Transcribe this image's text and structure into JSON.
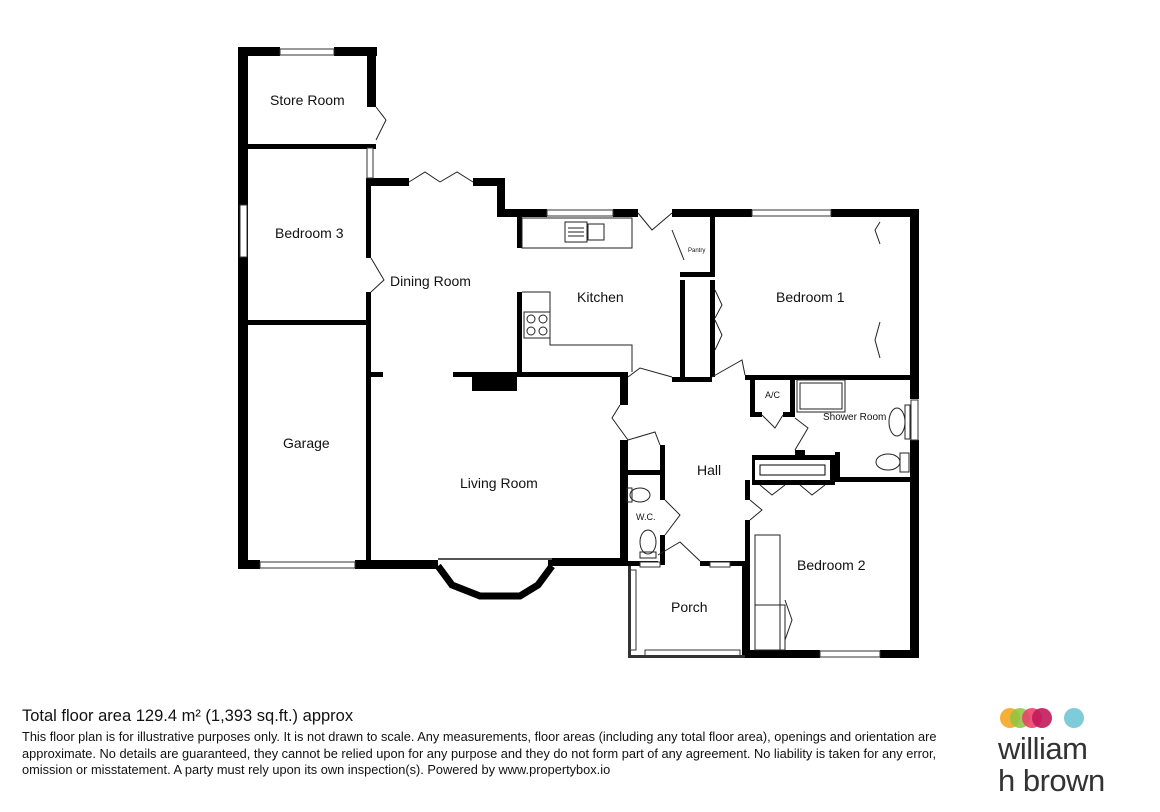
{
  "rooms": {
    "store_room": "Store Room",
    "bedroom_3": "Bedroom 3",
    "dining_room": "Dining Room",
    "kitchen": "Kitchen",
    "pantry": "Pantry",
    "bedroom_1": "Bedroom 1",
    "garage": "Garage",
    "living_room": "Living Room",
    "ac": "A/C",
    "shower_room": "Shower Room",
    "hall": "Hall",
    "wc": "W.C.",
    "bedroom_2": "Bedroom 2",
    "porch": "Porch"
  },
  "footer": {
    "title": "Total floor area 129.4 m² (1,393 sq.ft.) approx",
    "disclaimer": "This floor plan is for illustrative purposes only. It is not drawn to scale. Any measurements, floor areas (including any total floor area), openings and orientation are approximate. No details are guaranteed, they cannot be relied upon for any purpose and they do not form part of any agreement. No liability is taken for any error, omission or misstatement. A party must rely upon its own inspection(s). Powered by www.propertybox.io"
  },
  "brand": {
    "line1": "william",
    "line2": "h brown",
    "dot_colors": [
      "#f5a623",
      "#8cc63f",
      "#e8456b",
      "#c2185b",
      "#7ecbd9"
    ]
  },
  "colors": {
    "wall": "#000000",
    "text": "#111111"
  }
}
